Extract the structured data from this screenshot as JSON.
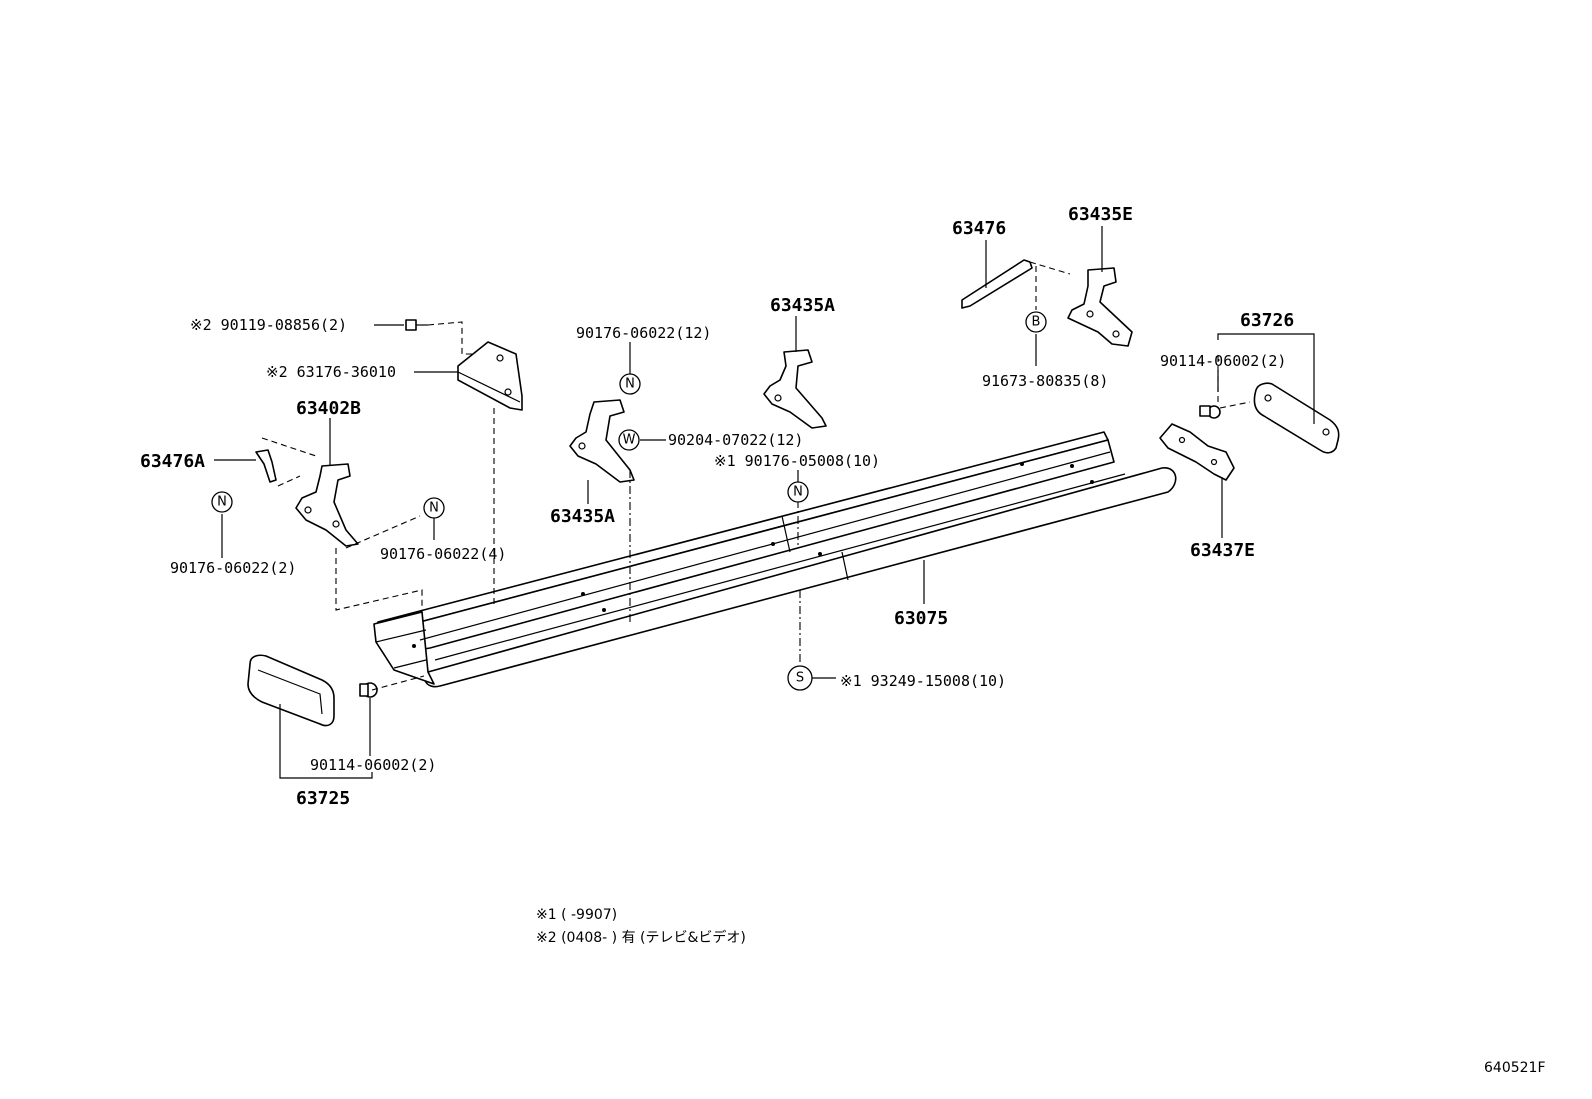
{
  "labels": {
    "p63476": "63476",
    "p63435E": "63435E",
    "p63435A_top": "63435A",
    "p63726": "63726",
    "p90119": "※2 90119-08856(2)",
    "p90176_12": "90176-06022(12)",
    "p63176": "※2 63176-36010",
    "p91673": "91673-80835(8)",
    "p90114_r": "90114-06002(2)",
    "p63402B": "63402B",
    "p90204": "90204-07022(12)",
    "p90176_05008": "※1 90176-05008(10)",
    "p63476A": "63476A",
    "p63435A_bot": "63435A",
    "p63437E": "63437E",
    "p90176_4": "90176-06022(4)",
    "p90176_2": "90176-06022(2)",
    "p63075": "63075",
    "p93249": "※1 93249-15008(10)",
    "p90114_l": "90114-06002(2)",
    "p63725": "63725"
  },
  "symbols": {
    "n": "N",
    "w": "W",
    "b": "B",
    "s": "S"
  },
  "notes": {
    "note1": "※1 (    -9907)",
    "note2": "※2 (0408-    ) 有 (テレビ&ビデオ)"
  },
  "diagram_id": "640521F"
}
